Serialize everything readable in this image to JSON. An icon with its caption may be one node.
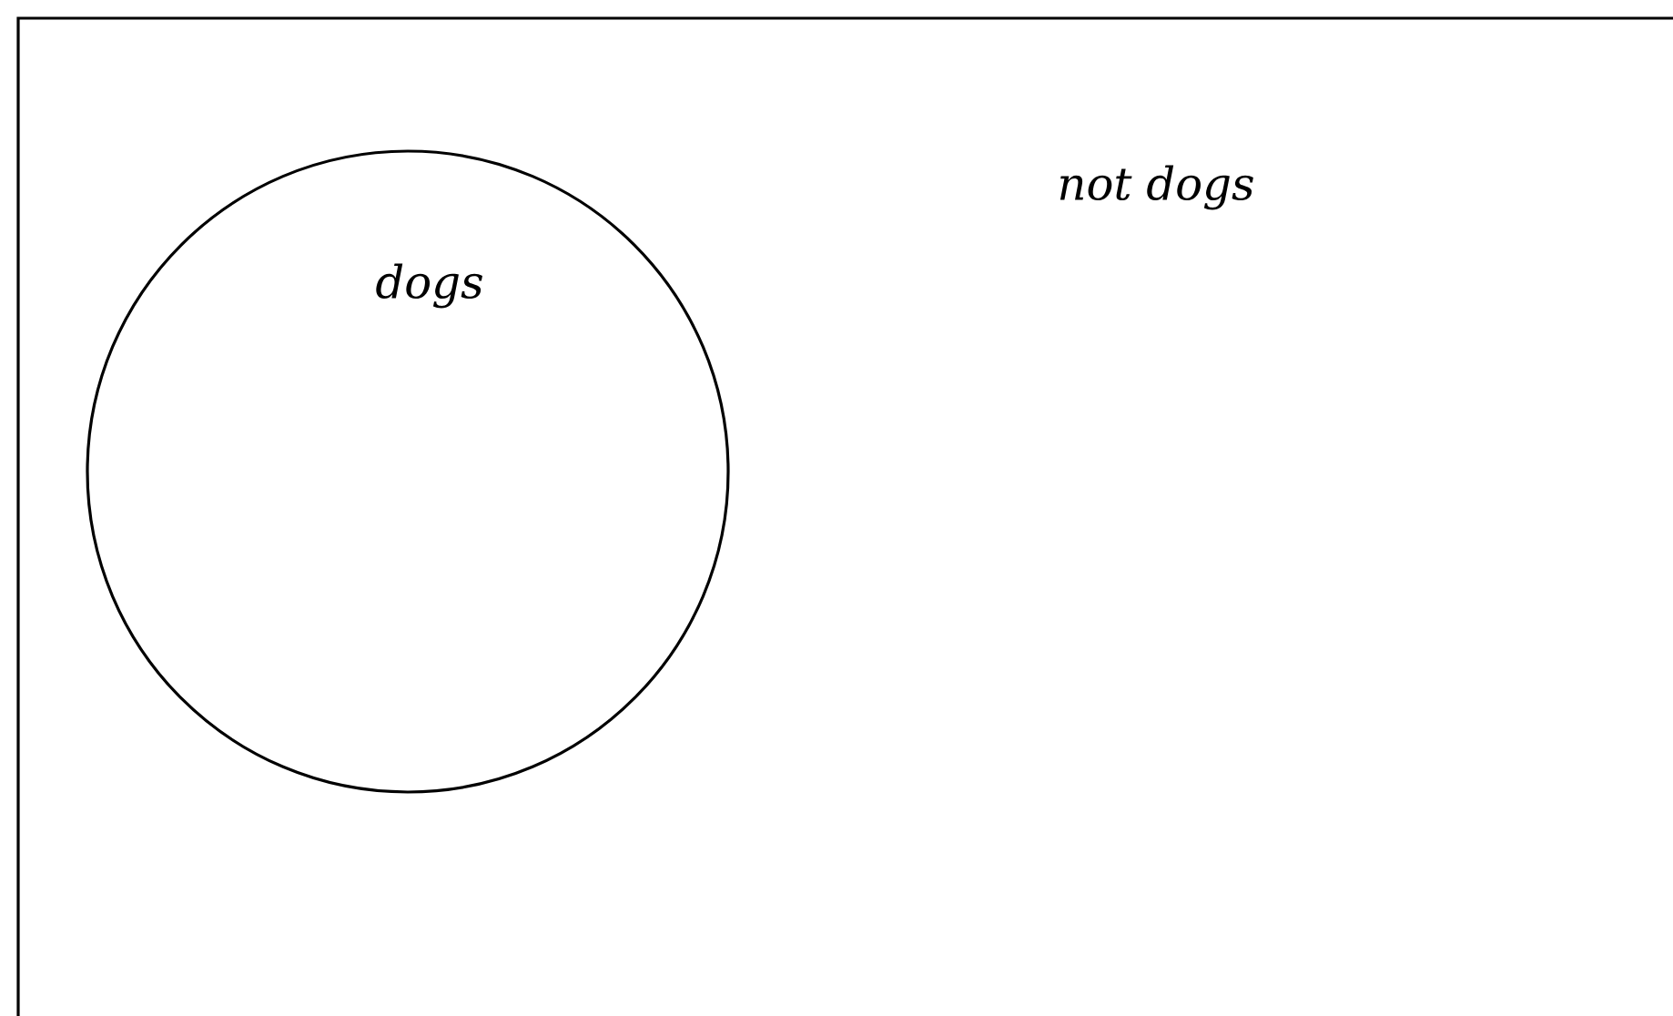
{
  "diagram": {
    "nodes": [
      {
        "text": [
          "not dogs"
        ]
      },
      {
        "text": [
          "dogs"
        ],
        "in": 0
      }
    ]
  }
}
